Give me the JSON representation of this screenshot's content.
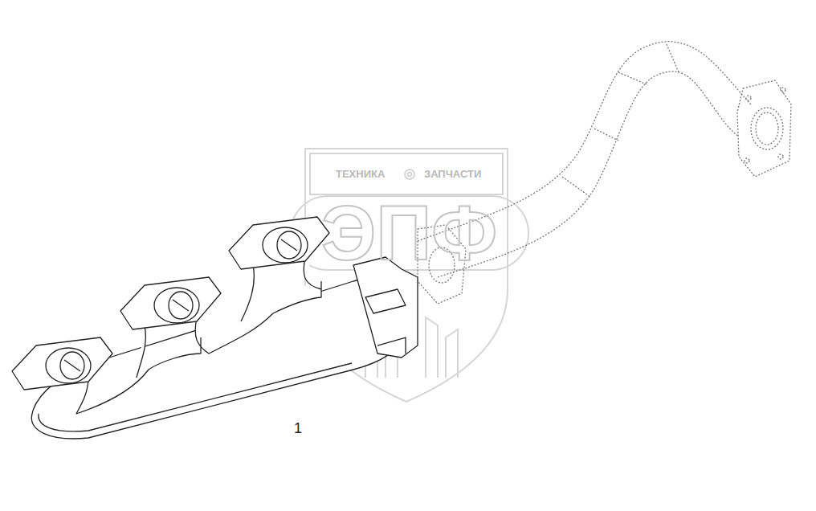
{
  "diagram": {
    "labels": [
      "1",
      "ТЕХНИКА",
      "ЗАПЧАСТИ",
      "ЭПФ"
    ]
  }
}
